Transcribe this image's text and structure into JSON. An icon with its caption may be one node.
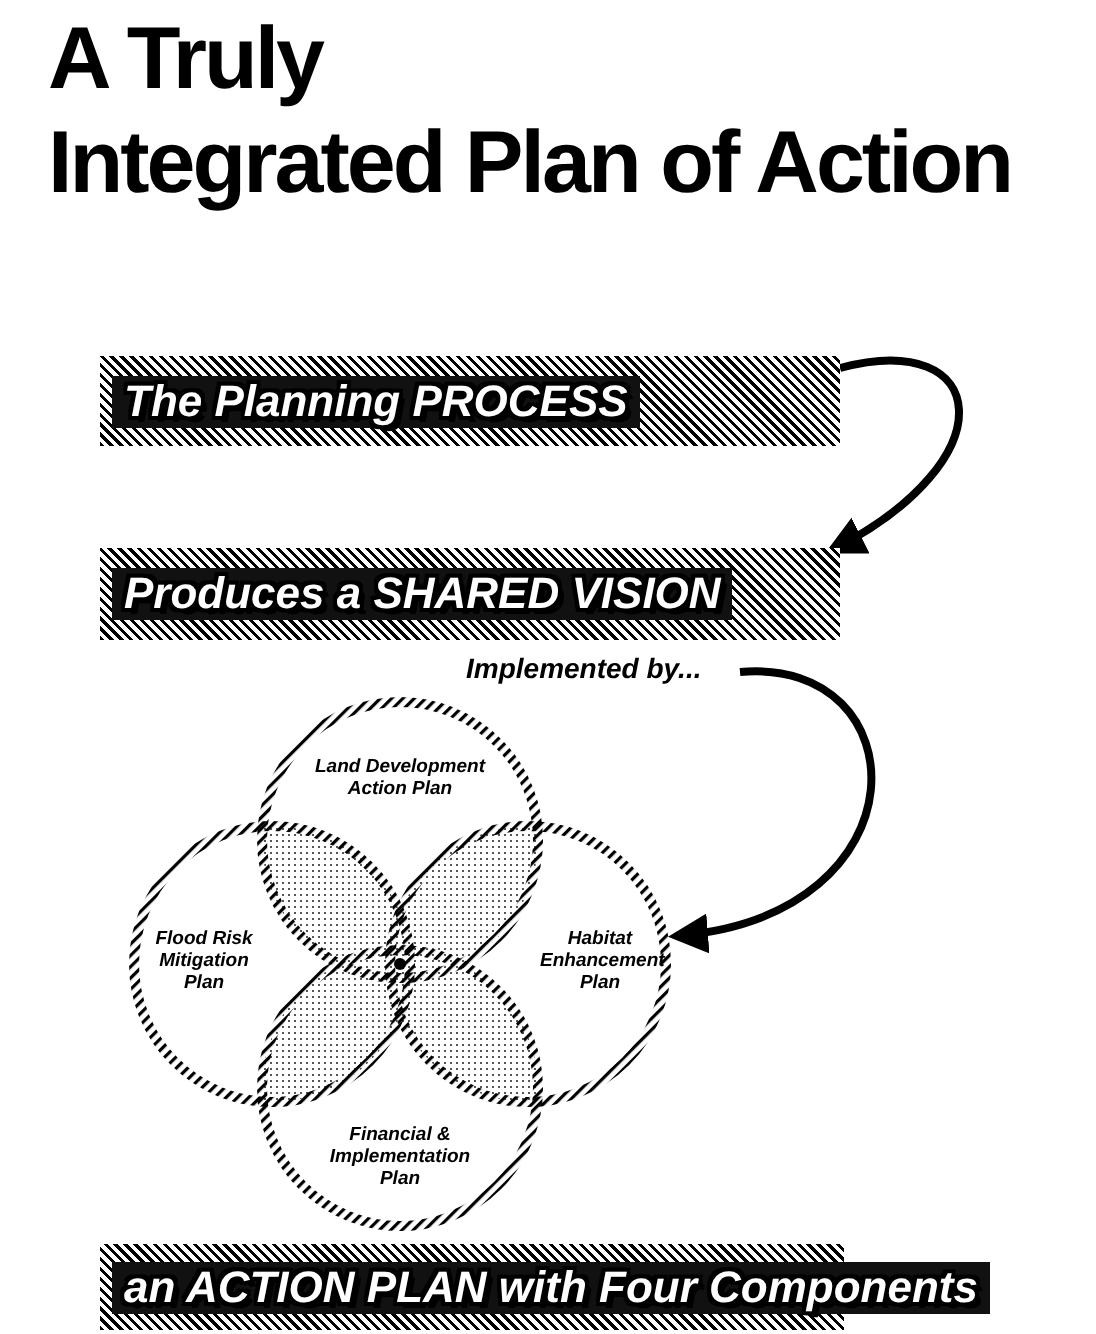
{
  "diagram": {
    "title": "A Truly Integrated Plan of Action",
    "nodes": [
      {
        "text": [
          "The Planning PROCESS"
        ]
      },
      {
        "text": [
          "Produces a SHARED VISION"
        ]
      },
      {
        "text": [
          "Implemented by..."
        ]
      },
      {
        "text": [
          "Land Development Action Plan"
        ]
      },
      {
        "text": [
          "Flood Risk Mitigation Plan"
        ]
      },
      {
        "text": [
          "Habitat Enhancement Plan"
        ]
      },
      {
        "text": [
          "Financial & Implementation Plan"
        ]
      },
      {
        "text": [
          "an ACTION PLAN with Four Components"
        ]
      }
    ],
    "edges": [
      {
        "from": 0,
        "to": 1,
        "arrow": "to"
      },
      {
        "from": 2,
        "to": 5,
        "arrow": "to"
      }
    ]
  }
}
